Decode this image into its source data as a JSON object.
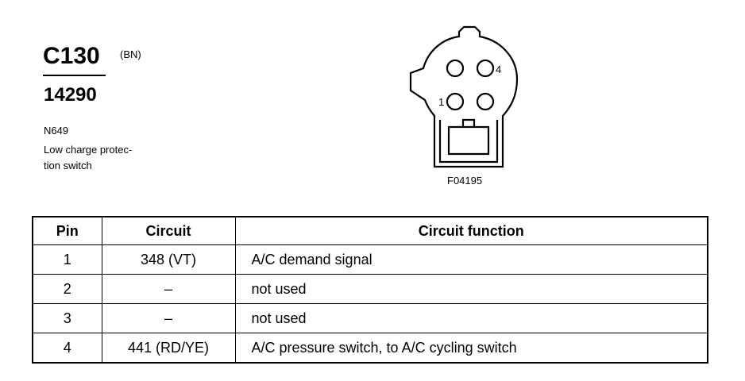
{
  "connector": {
    "id": "C130",
    "color": "(BN)",
    "part_number": "14290",
    "component_code": "N649",
    "component_description": "Low charge protec- tion switch",
    "component_description_lines": [
      "Low charge protec-",
      "tion switch"
    ]
  },
  "diagram": {
    "pin_label_left": "1",
    "pin_label_right": "4",
    "figure_id": "F04195"
  },
  "table": {
    "headers": [
      "Pin",
      "Circuit",
      "Circuit function"
    ],
    "rows": [
      {
        "pin": "1",
        "circuit": "348 (VT)",
        "function": "A/C demand signal"
      },
      {
        "pin": "2",
        "circuit": "–",
        "function": "not used"
      },
      {
        "pin": "3",
        "circuit": "–",
        "function": "not used"
      },
      {
        "pin": "4",
        "circuit": "441 (RD/YE)",
        "function": "A/C pressure switch, to A/C cycling switch"
      }
    ]
  }
}
